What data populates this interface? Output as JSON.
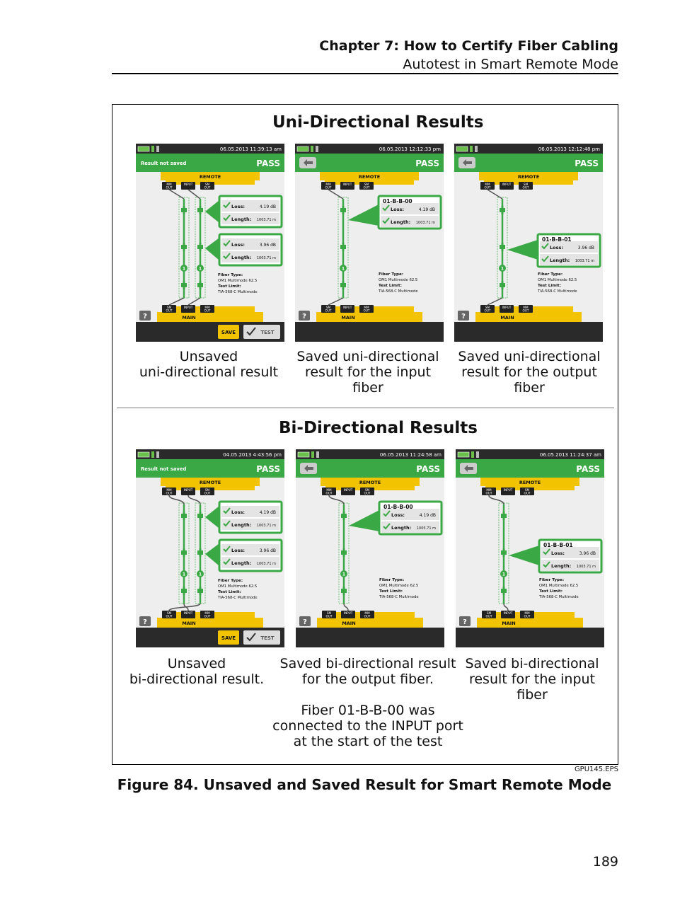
{
  "header": {
    "chapter": "Chapter 7: How to Certify Fiber Cabling",
    "section": "Autotest in Smart Remote Mode"
  },
  "uni": {
    "title": "Uni-Directional Results",
    "shots": [
      {
        "time": "06.05.2013 11:39:13 am",
        "status": "Result not saved",
        "verdict": "PASS",
        "cable": "",
        "loss1": "4.19 dB",
        "len1": "1003.71 m",
        "loss2": "3.96 dB",
        "len2": "1003.71 m",
        "caption": [
          "Unsaved",
          "uni-directional result"
        ]
      },
      {
        "time": "06.05.2013 12:12:33 pm",
        "status": "",
        "verdict": "PASS",
        "cable": "01-B-B-00",
        "loss1": "4.19 dB",
        "len1": "1003.71 m",
        "caption": [
          "Saved uni-directional",
          "result for the input",
          "fiber"
        ]
      },
      {
        "time": "06.05.2013 12:12:48 pm",
        "status": "",
        "verdict": "PASS",
        "cable": "01-B-B-01",
        "loss1": "3.96 dB",
        "len1": "1003.71 m",
        "caption": [
          "Saved uni-directional",
          "result for the output",
          "fiber"
        ]
      }
    ]
  },
  "bi": {
    "title": "Bi-Directional Results",
    "shots": [
      {
        "time": "04.05.2013 4:43:56 pm",
        "status": "Result not saved",
        "verdict": "PASS",
        "cable": "",
        "loss1": "4.19 dB",
        "len1": "1003.71 m",
        "loss2": "3.96 dB",
        "len2": "1003.71 m",
        "caption": [
          "Unsaved",
          "bi-directional result."
        ]
      },
      {
        "time": "06.05.2013 11:24:58 am",
        "status": "",
        "verdict": "PASS",
        "cable": "01-B-B-00",
        "loss1": "4.19 dB",
        "len1": "1003.71 m",
        "caption": [
          "Saved bi-directional result",
          "for the output fiber.",
          "",
          "Fiber 01-B-B-00 was",
          "connected to the INPUT port",
          "at the start of the test"
        ]
      },
      {
        "time": "06.05.2013 11:24:37 am",
        "status": "",
        "verdict": "PASS",
        "cable": "01-B-B-01",
        "loss1": "3.96 dB",
        "len1": "1003.71 m",
        "caption": [
          "Saved bi-directional",
          "result for the input",
          "fiber"
        ]
      }
    ]
  },
  "screen": {
    "remote": "REMOTE",
    "main": "MAIN",
    "port_sm": "SM",
    "port_mm": "MM",
    "port_out": "OUT",
    "port_input": "INPUT",
    "loss_label": "Loss:",
    "length_label": "Length:",
    "fiber_type_label": "Fiber Type:",
    "fiber_type": "OM1 Multimode 62.5",
    "test_limit_label": "Test Limit:",
    "test_limit": "TIA-568-C Multimode",
    "save": "SAVE",
    "test": "TEST",
    "help": "?",
    "marker": "1"
  },
  "colors": {
    "green": "#3aa844",
    "yellow": "#f2c300",
    "dark": "#2a2a2a",
    "screen_bg": "#eeeeee"
  },
  "eps": "GPU145.EPS",
  "figure_caption": "Figure 84. Unsaved and Saved Result for Smart Remote Mode",
  "page_number": "189"
}
